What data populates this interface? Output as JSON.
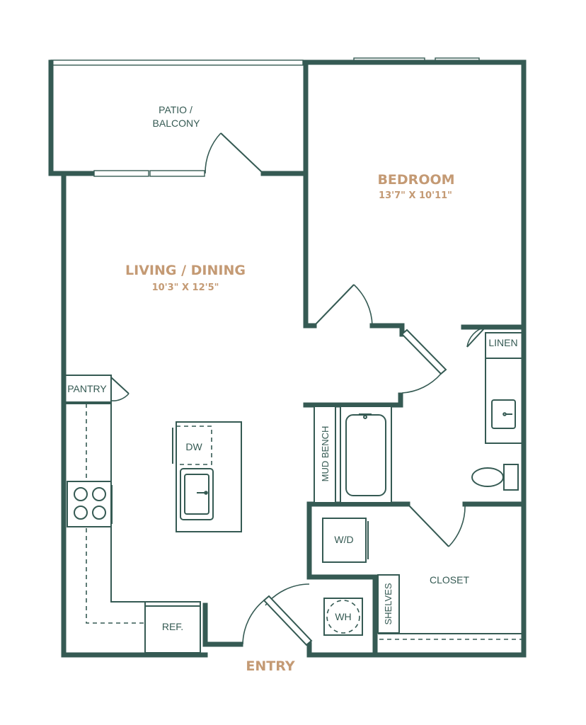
{
  "rooms": {
    "patio_line1": "PATIO /",
    "patio_line2": "BALCONY",
    "bedroom": "BEDROOM",
    "bedroom_dims": "13'7\" X 10'11\"",
    "living": "LIVING / DINING",
    "living_dims": "10'3\" X 12'5\"",
    "closet": "CLOSET",
    "entry": "ENTRY"
  },
  "fixtures": {
    "pantry": "PANTRY",
    "linen": "LINEN",
    "dishwasher": "DW",
    "mud_bench": "MUD BENCH",
    "washer_dryer": "W/D",
    "water_heater": "WH",
    "shelves": "SHELVES",
    "refrigerator": "REF."
  },
  "colors": {
    "wall": "#355a53",
    "label_accent": "#c49a74",
    "background": "#ffffff"
  }
}
